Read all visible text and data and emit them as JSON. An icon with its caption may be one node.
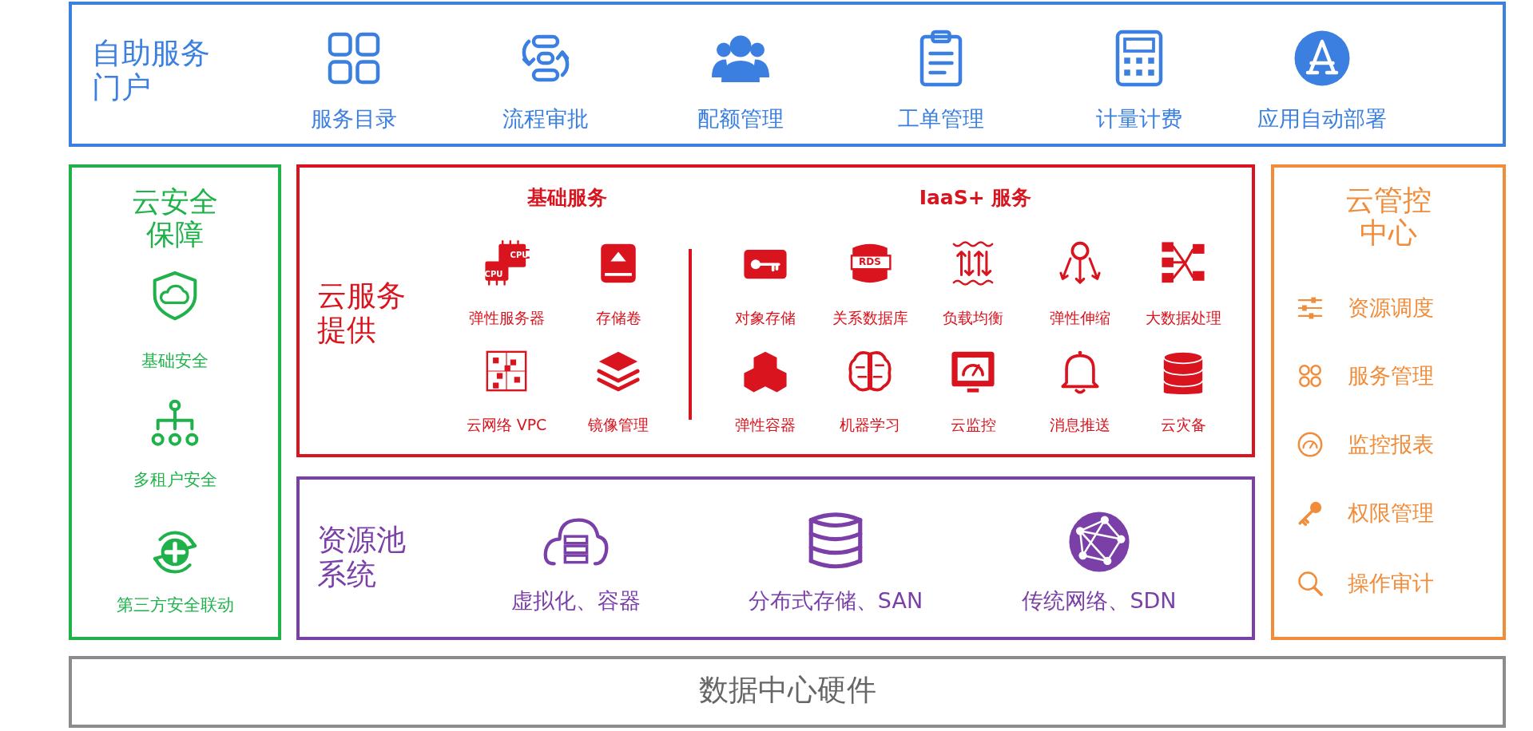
{
  "diagram": {
    "nodes": [
      {
        "text": [
          "自助服务门户"
        ]
      },
      {
        "text": [
          "云安全保障"
        ]
      },
      {
        "text": [
          "云服务提供"
        ]
      },
      {
        "text": [
          "资源池系统"
        ]
      },
      {
        "text": [
          "云管控中心"
        ]
      },
      {
        "text": [
          "数据中心硬件"
        ]
      }
    ],
    "labels": [
      "服务目录",
      "流程审批",
      "配额管理",
      "工单管理",
      "计量计费",
      "应用自动部署",
      "基础安全",
      "多租户安全",
      "第三方安全联动",
      "基础服务",
      "IaaS+ 服务",
      "CPU",
      "CPU",
      "RDS",
      "弹性服务器",
      "存储卷",
      "对象存储",
      "关系数据库",
      "负载均衡",
      "弹性伸缩",
      "大数据处理",
      "云网络 VPC",
      "镜像管理",
      "弹性容器",
      "机器学习",
      "云监控",
      "消息推送",
      "云灾备",
      "虚拟化、容器",
      "分布式存储、SAN",
      "传统网络、SDN",
      "资源调度",
      "服务管理",
      "监控报表",
      "权限管理",
      "操作审计"
    ]
  }
}
